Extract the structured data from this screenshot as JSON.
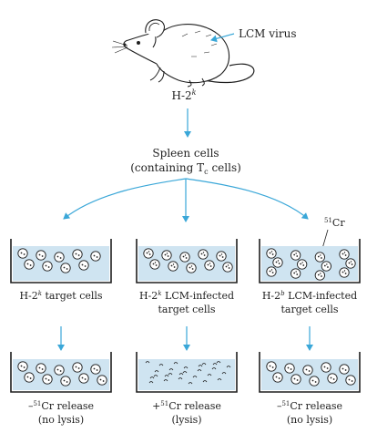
{
  "colors": {
    "arrow": "#3aa7d8",
    "medium": "#cfe4f1",
    "ink": "#1f1f1f"
  },
  "mouse": {
    "strain_base": "H-2",
    "strain_sup": "k",
    "virus_label": "LCM virus"
  },
  "spleen": {
    "line1": "Spleen cells",
    "line2_pre": "(containing T",
    "line2_sub": "c",
    "line2_post": " cells)"
  },
  "targets": [
    {
      "pre": "H-2",
      "sup": "k",
      "post": " target cells",
      "line2": "",
      "cells": 9,
      "cell_type": "plain"
    },
    {
      "pre": "H-2",
      "sup": "k",
      "post": " LCM-infected",
      "line2": "target cells",
      "cells": 10,
      "cell_type": "infected"
    },
    {
      "pre": "H-2",
      "sup": "b",
      "post": " LCM-infected",
      "line2": "target cells",
      "cells": 12,
      "cell_type": "infected"
    }
  ],
  "chromium_label": {
    "sup": "51",
    "text": "Cr"
  },
  "results": [
    {
      "sign": "–",
      "iso": "51",
      "text": "Cr release",
      "outcome": "(no lysis)",
      "state": "intact"
    },
    {
      "sign": "+",
      "iso": "51",
      "text": "Cr release",
      "outcome": "(lysis)",
      "state": "lysed"
    },
    {
      "sign": "–",
      "iso": "51",
      "text": "Cr release",
      "outcome": "(no lysis)",
      "state": "intact"
    }
  ]
}
